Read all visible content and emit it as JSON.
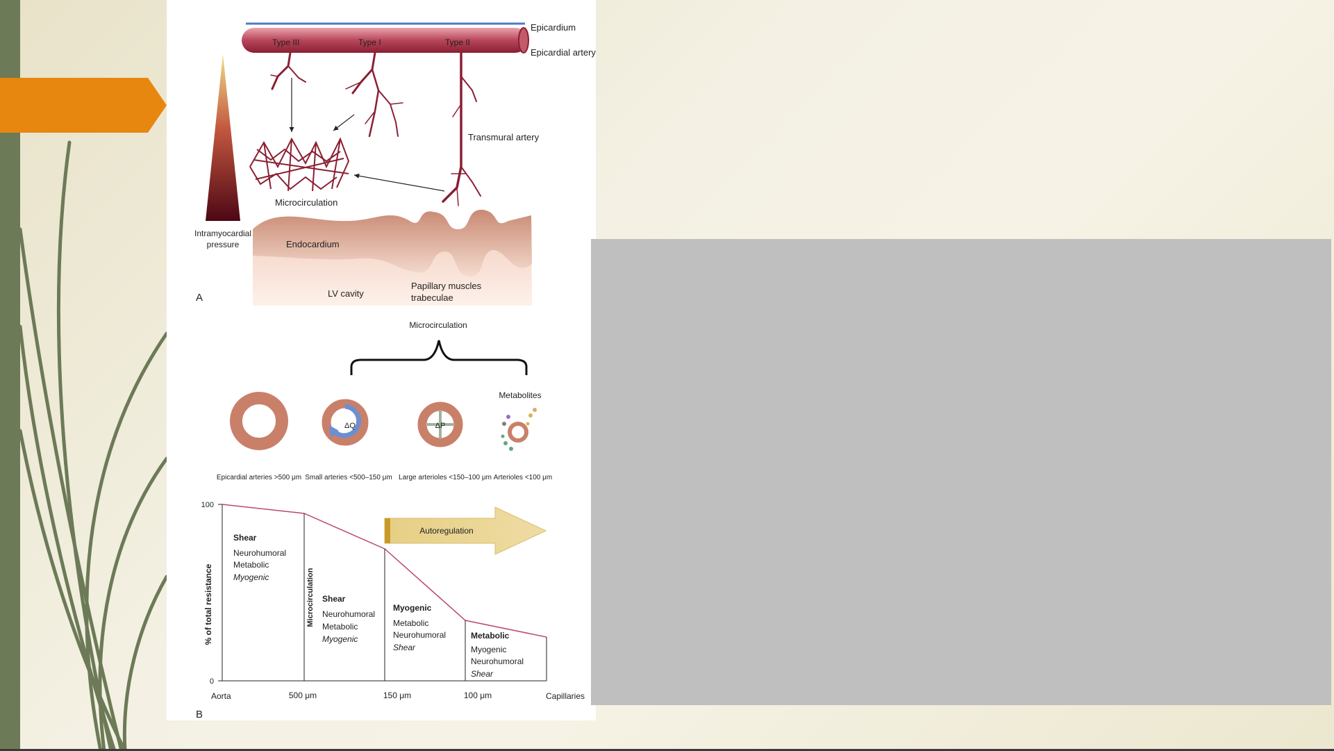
{
  "panel_a": {
    "epicardium": "Epicardium",
    "epicardial_artery": "Epicardial artery",
    "type_iii": "Type III",
    "type_i": "Type I",
    "type_ii": "Type II",
    "transmural_artery": "Transmural artery",
    "microcirculation": "Microcirculation",
    "intramyocardial_pressure_1": "Intramyocardial",
    "intramyocardial_pressure_2": "pressure",
    "endocardium": "Endocardium",
    "lv_cavity": "LV cavity",
    "papillary_1": "Papillary muscles",
    "papillary_2": "trabeculae",
    "panel_letter": "A"
  },
  "panel_b": {
    "microcirculation": "Microcirculation",
    "metabolites": "Metabolites",
    "delta_q": "ΔQ",
    "delta_p": "ΔP",
    "vessel_labels": [
      "Epicardial arteries >500 μm",
      "Small arteries <500–150 μm",
      "Large arterioles <150–100 μm",
      "Arterioles <100 μm"
    ],
    "autoregulation": "Autoregulation",
    "ylabel": "% of total resistance",
    "vertical_label": "Microcirculation",
    "ytick_100": "100",
    "ytick_0": "0",
    "x_labels": [
      "Aorta",
      "500 μm",
      "150 μm",
      "100 μm",
      "Capillaries"
    ],
    "zone1": {
      "bold": "Shear",
      "lines": [
        "Neurohumoral",
        "Metabolic"
      ],
      "italic": "Myogenic"
    },
    "zone2": {
      "bold": "Shear",
      "lines": [
        "Neurohumoral",
        "Metabolic"
      ],
      "italic": "Myogenic"
    },
    "zone3": {
      "bold": "Myogenic",
      "lines": [
        "Metabolic",
        "Neurohumoral"
      ],
      "italic": "Shear"
    },
    "zone4": {
      "bold": "Metabolic",
      "lines": [
        "Myogenic",
        "Neurohumoral"
      ],
      "italic": "Shear"
    },
    "panel_letter": "B"
  },
  "colors": {
    "accent_orange": "#e8870f",
    "sidebar_green": "#6c7a57",
    "vessel_red": "#8a1f33",
    "placeholder_gray": "#bfbfbf"
  }
}
